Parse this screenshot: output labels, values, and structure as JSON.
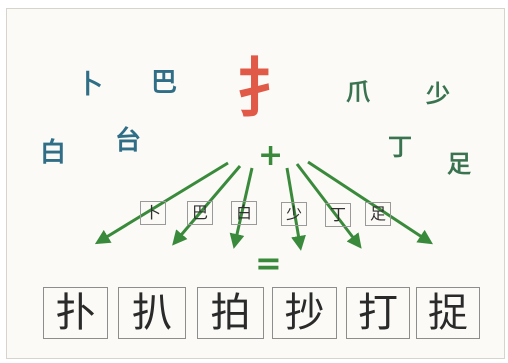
{
  "radical": "扌",
  "plus": "+",
  "equals": "=",
  "left_chars": [
    "卜",
    "巴",
    "白",
    "台"
  ],
  "right_chars": [
    "爪",
    "少",
    "丁",
    "足"
  ],
  "component_boxes": [
    "卜",
    "巴",
    "白",
    "少",
    "丁",
    "足"
  ],
  "result_chars": [
    "扑",
    "扒",
    "拍",
    "抄",
    "打",
    "捉"
  ],
  "colors": {
    "radical": "#e05a47",
    "blue_text": "#2f6e86",
    "green_text": "#3a7350",
    "arrows": "#3a8a3c",
    "paper": "#fbfaf6"
  }
}
